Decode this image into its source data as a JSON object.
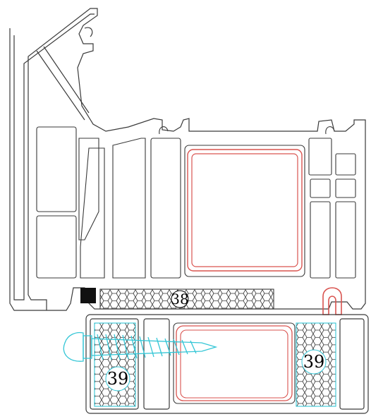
{
  "callouts": {
    "foam_top": "38",
    "foam_left": "39",
    "foam_right": "39"
  },
  "colors": {
    "profile_outline": "#3a3a3a",
    "reinforcement_outline": "#d9534f",
    "screw_outline": "#34c6d6",
    "gasket_outline": "#d9534f",
    "foam_fill": "#ffffff",
    "foam_hex": "#333333",
    "seal_block": "#111111"
  },
  "icons": {
    "screw": "self-tapping-screw-icon"
  }
}
